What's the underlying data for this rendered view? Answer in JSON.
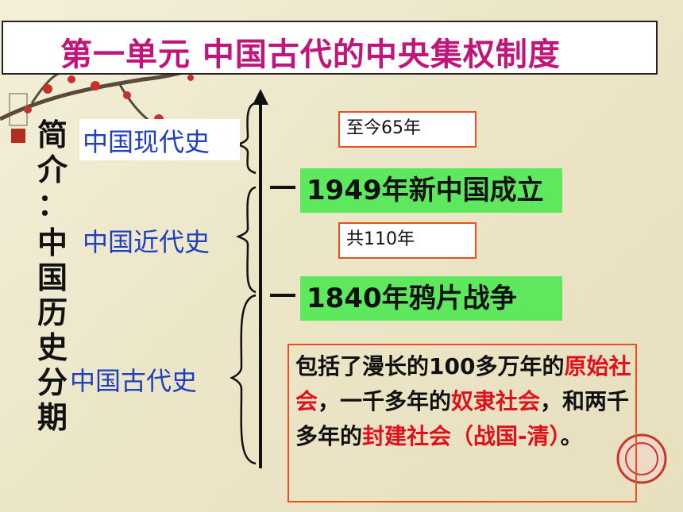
{
  "title": "第一单元  中国古代的中央集权制度",
  "side_label": "简介：中国历史分期",
  "side_chars": [
    "简",
    "介",
    "：",
    "中",
    "国",
    "历",
    "史",
    "分",
    "期"
  ],
  "eras": {
    "modern": "中国现代史",
    "recent": "中国近代史",
    "ancient": "中国古代史"
  },
  "events": {
    "e1949": "1949年新中国成立",
    "e1840": "1840年鸦片战争"
  },
  "durations": {
    "d65": "至今65年",
    "d110": "共110年"
  },
  "desc": {
    "p1": "包括了漫长的100多万年的",
    "p2_red": "原始社会",
    "p3": "，一千多年的",
    "p4_red": "奴隶社会",
    "p5": "，和两千多年的",
    "p6_red": "封建社会",
    "p7_red": "（战国-清）",
    "p8": "。"
  },
  "colors": {
    "title": "#c0167a",
    "era": "#1f3fbf",
    "event_bg": "#5ee85e",
    "box_border": "#e8501f",
    "highlight": "#e0101a"
  },
  "decor": {
    "painting": "plum-blossom-branch",
    "seal": "red-seal-stamp"
  }
}
